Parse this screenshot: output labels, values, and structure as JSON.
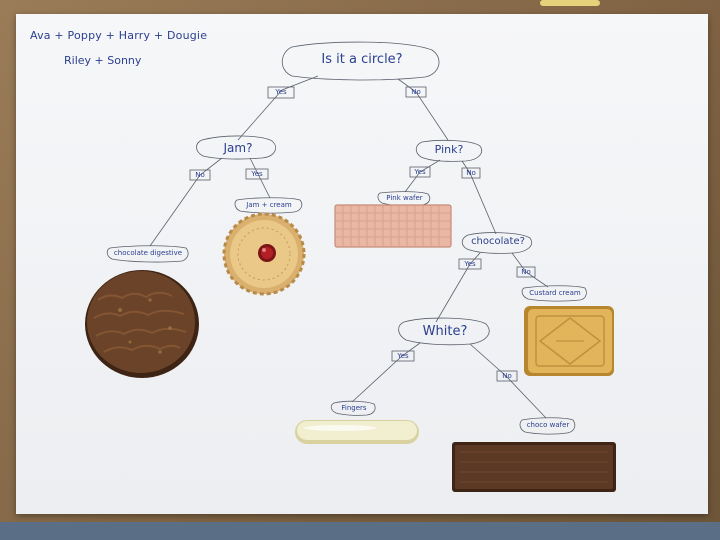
{
  "authors": {
    "line1": "Ava + Poppy + Harry + Dougie",
    "line2": "Riley + Sonny"
  },
  "nodes": {
    "root": "Is it a circle?",
    "jam": "Jam?",
    "pink": "Pink?",
    "chocolate": "chocolate?",
    "white": "White?"
  },
  "branches": {
    "root_yes": "Yes",
    "root_no": "No",
    "jam_no": "No",
    "jam_yes": "Yes",
    "pink_yes": "Yes",
    "pink_no": "No",
    "choc_yes": "Yes",
    "choc_no": "No",
    "white_yes": "Yes",
    "white_no": "No"
  },
  "leaves": {
    "digestive": "chocolate digestive",
    "jam_cream": "Jam + cream",
    "pink_wafer": "Pink wafer",
    "custard_cream": "Custard cream",
    "fingers": "Fingers",
    "choco_wafer": "choco wafer"
  },
  "colors": {
    "ink": "#2a3f8f",
    "line": "#555b66"
  }
}
